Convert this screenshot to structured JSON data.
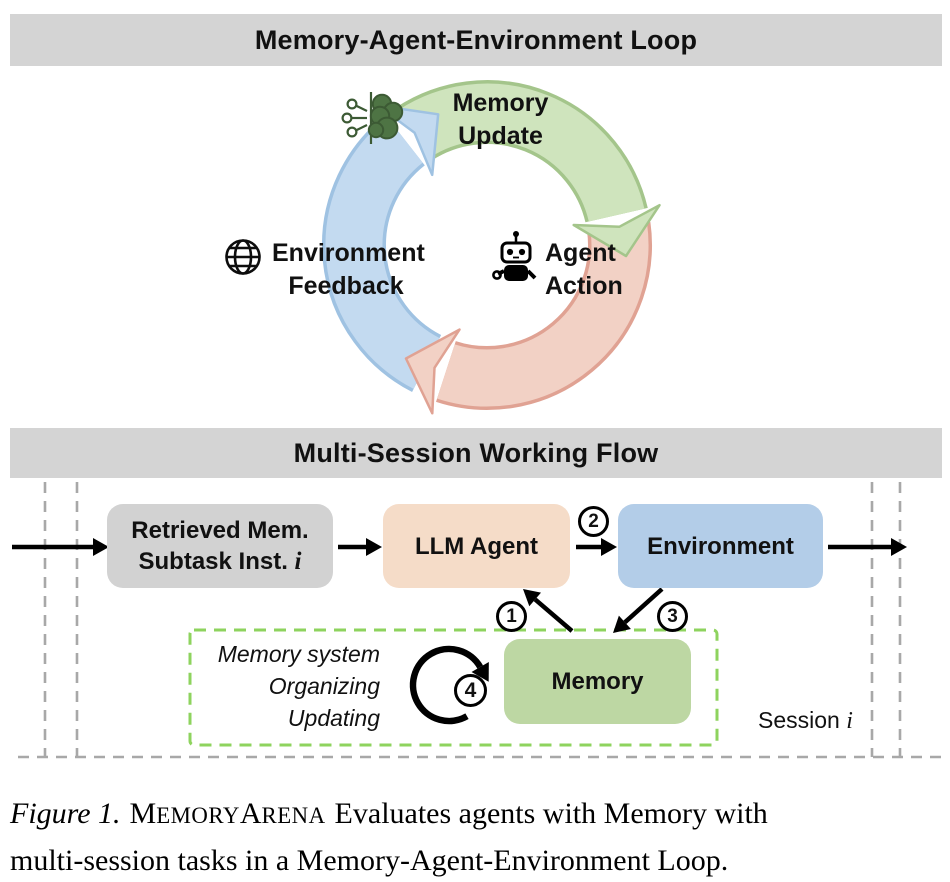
{
  "top_panel": {
    "title": "Memory-Agent-Environment Loop",
    "loop": {
      "memory_update": {
        "line1": "Memory",
        "line2": "Update",
        "icon": "brain-circuit-icon"
      },
      "agent_action": {
        "line1": "Agent",
        "line2": "Action",
        "icon": "robot-icon"
      },
      "environment_feedback": {
        "line1": "Environment",
        "line2": "Feedback",
        "icon": "globe-icon"
      }
    }
  },
  "bottom_panel": {
    "title": "Multi-Session Working Flow",
    "boxes": {
      "retrieved": {
        "line1": "Retrieved Mem.",
        "line2": "Subtask Inst.",
        "math_var": "i"
      },
      "llm_agent": {
        "label": "LLM Agent"
      },
      "environment": {
        "label": "Environment"
      },
      "memory": {
        "label": "Memory"
      }
    },
    "steps": {
      "s1": "1",
      "s2": "2",
      "s3": "3",
      "s4": "4"
    },
    "memory_ops": [
      "Memory system",
      "Organizing",
      "Updating"
    ],
    "loop_icon": "cycle-arrow-icon",
    "session_label": "Session",
    "session_var": "i"
  },
  "caption": {
    "figure_label": "Figure 1.",
    "brand": {
      "cap1": "M",
      "small1": "emory",
      "cap2": "A",
      "small2": "rena"
    },
    "line1_rest": "Evaluates agents with Memory with",
    "line2": "multi-session tasks in a Memory-Agent-Environment Loop."
  },
  "colors": {
    "header_gray": "#d4d4d4",
    "box_gray": "#d2d2d2",
    "peach": "#f5dcc8",
    "blue": "#b3cde8",
    "green_box": "#bdd7a3",
    "arc_green": "#cfe4bd",
    "arc_green_edge": "#a4c58b",
    "arc_red": "#f2d1c5",
    "arc_red_edge": "#e0a293",
    "arc_blue": "#c3daf0",
    "arc_blue_edge": "#9fc2e2",
    "dash_green": "#8ed35e",
    "dash_gray": "#a8a8a8",
    "ink": "#111111"
  }
}
